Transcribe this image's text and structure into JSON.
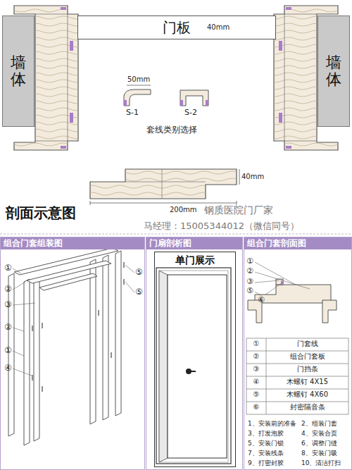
{
  "diagram": {
    "title": "剖面示意图",
    "nodes": [
      {
        "text": [
          "门板"
        ]
      },
      {
        "text": [
          "墙体"
        ]
      },
      {
        "text": [
          "墙体"
        ]
      },
      {
        "text": [
          "组合门套组装图"
        ]
      },
      {
        "text": [
          "门扇剖析图"
        ]
      },
      {
        "text": [
          "单门展示"
        ],
        "in": 4
      },
      {
        "text": [
          "组合门套剖面图"
        ]
      }
    ],
    "labels": [
      "40mm",
      "50mm",
      "S-1",
      "S-2",
      "套线类别选择",
      "40mm",
      "200mm",
      "钢质医院门厂家",
      "马经理：15005344012（微信同号）",
      "①",
      "②",
      "③",
      "②",
      "①",
      "④",
      "⑤",
      "⑤",
      "①",
      "②",
      "③",
      "⑤",
      "⑥",
      "①",
      "门套线",
      "②",
      "组合门套板",
      "③",
      "门挡条",
      "④",
      "木螺钉 4X15",
      "⑤",
      "木螺钉 4X60",
      "⑥",
      "封密隔音条",
      "1、安装前的准备",
      "2、组装门套",
      "3、打发泡胶",
      "4、安装合页",
      "5、安装门锁",
      "6、调整门缝",
      "7、安装线条",
      "8、安装门吸",
      "9、打密封胶",
      "10、清洁打扫"
    ]
  }
}
